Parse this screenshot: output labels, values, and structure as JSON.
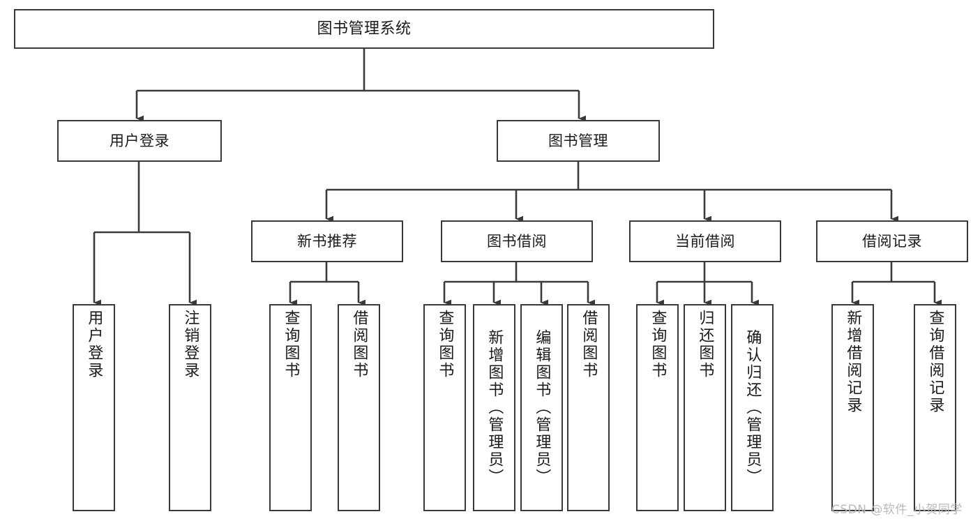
{
  "diagram": {
    "title": "图书管理系统",
    "type": "tree-hierarchy-diagram",
    "watermark": "CSDN @软件_小贺同学",
    "colors": {
      "background": "#ffffff",
      "node_border": "#3a3a3a",
      "node_fill": "#ffffff",
      "edge": "#3a3a3a",
      "text": "#1a1a1a",
      "watermark": "#b9b9b9"
    },
    "levels": {
      "root": "图书管理系统",
      "level1": [
        "用户登录",
        "图书管理"
      ],
      "level2": [
        "新书推荐",
        "图书借阅",
        "当前借阅",
        "借阅记录"
      ]
    },
    "nodes": {
      "root": {
        "label": "图书管理系统"
      },
      "user_login": {
        "label": "用户登录"
      },
      "book_manage": {
        "label": "图书管理"
      },
      "new_book_rec": {
        "label": "新书推荐"
      },
      "book_borrow": {
        "label": "图书借阅"
      },
      "current_borrow": {
        "label": "当前借阅"
      },
      "borrow_record": {
        "label": "借阅记录"
      },
      "leaf_user_login": {
        "label": "用户登录"
      },
      "leaf_user_logout": {
        "label": "注销登录"
      },
      "leaf_query_book_1": {
        "label": "查询图书"
      },
      "leaf_borrow_book_1": {
        "label": "借阅图书"
      },
      "leaf_query_book_2": {
        "label": "查询图书"
      },
      "leaf_add_book": {
        "label": "新增图书（管理员）"
      },
      "leaf_edit_book": {
        "label": "编辑图书（管理员）"
      },
      "leaf_borrow_book_2": {
        "label": "借阅图书"
      },
      "leaf_query_book_3": {
        "label": "查询图书"
      },
      "leaf_return_book": {
        "label": "归还图书"
      },
      "leaf_confirm_return": {
        "label": "确认归还（管理员）"
      },
      "leaf_add_record": {
        "label": "新增借阅记录"
      },
      "leaf_query_record": {
        "label": "查询借阅记录"
      }
    },
    "edges": [
      {
        "from": "root",
        "to": "用户登录"
      },
      {
        "from": "root",
        "to": "图书管理"
      },
      {
        "from": "用户登录",
        "to": "用户登录"
      },
      {
        "from": "用户登录",
        "to": "注销登录"
      },
      {
        "from": "图书管理",
        "to": "新书推荐"
      },
      {
        "from": "图书管理",
        "to": "图书借阅"
      },
      {
        "from": "图书管理",
        "to": "当前借阅"
      },
      {
        "from": "图书管理",
        "to": "借阅记录"
      },
      {
        "from": "新书推荐",
        "to": "查询图书"
      },
      {
        "from": "新书推荐",
        "to": "借阅图书"
      },
      {
        "from": "图书借阅",
        "to": "查询图书"
      },
      {
        "from": "图书借阅",
        "to": "新增图书（管理员）"
      },
      {
        "from": "图书借阅",
        "to": "编辑图书（管理员）"
      },
      {
        "from": "图书借阅",
        "to": "借阅图书"
      },
      {
        "from": "当前借阅",
        "to": "查询图书"
      },
      {
        "from": "当前借阅",
        "to": "归还图书"
      },
      {
        "from": "当前借阅",
        "to": "确认归还（管理员）"
      },
      {
        "from": "借阅记录",
        "to": "新增借阅记录"
      },
      {
        "from": "借阅记录",
        "to": "查询借阅记录"
      }
    ]
  }
}
